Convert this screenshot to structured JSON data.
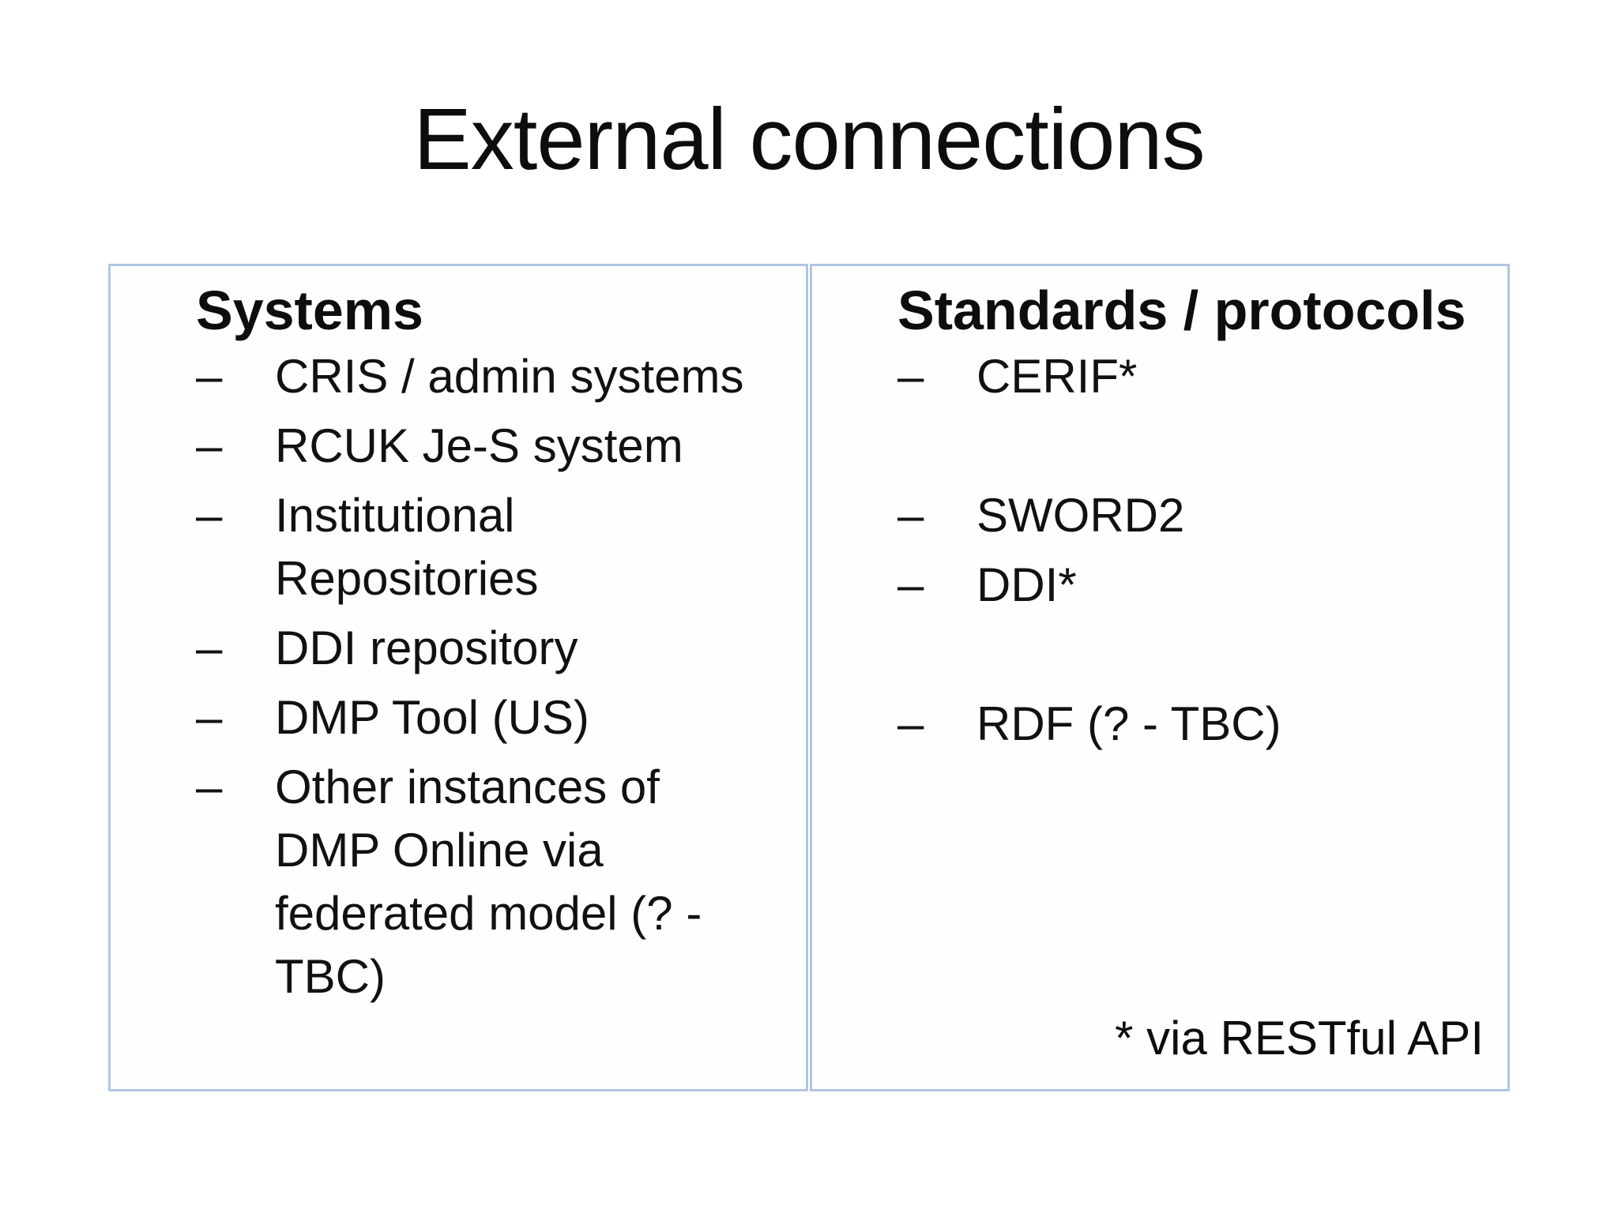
{
  "slide": {
    "title": "External connections",
    "background_color": "#ffffff",
    "text_color": "#0d0d0d",
    "panel_border_color": "#b0c6e2"
  },
  "left_panel": {
    "heading": "Systems",
    "bullet_char": "–",
    "items": [
      "CRIS / admin systems",
      "RCUK Je-S system",
      "Institutional Repositories",
      "DDI repository",
      "DMP Tool (US)",
      "Other instances of DMP Online via federated model (? -TBC)"
    ]
  },
  "right_panel": {
    "heading": "Standards / protocols",
    "bullet_char": "–",
    "rows": [
      {
        "text": "CERIF*"
      },
      {
        "text": ""
      },
      {
        "text": "SWORD2"
      },
      {
        "text": "DDI*"
      },
      {
        "text": ""
      },
      {
        "text": "RDF (? - TBC)"
      }
    ],
    "footnote": "* via RESTful API"
  }
}
